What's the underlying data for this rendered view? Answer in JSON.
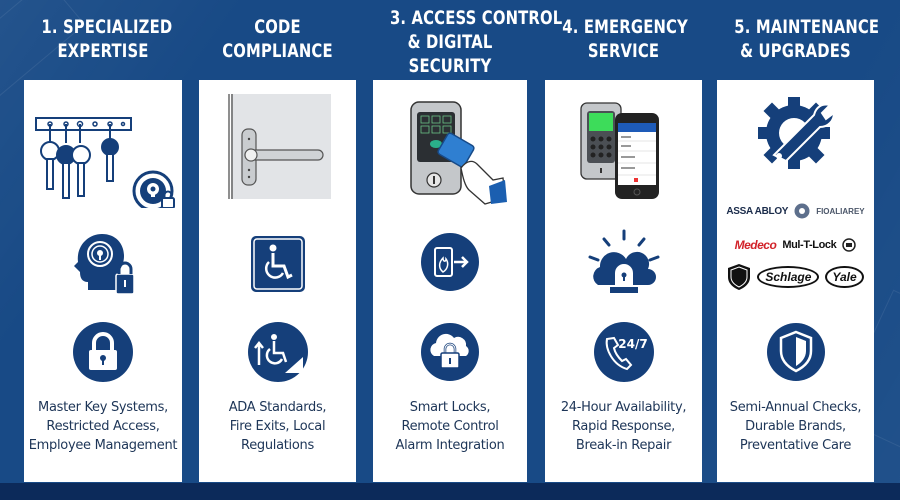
{
  "colors": {
    "background": "#184a86",
    "bottom_band": "#0c2a5a",
    "card": "#ffffff",
    "icon_blue": "#153f7a",
    "text_dark": "#1d3557",
    "medeco_red": "#d2232a"
  },
  "columns": [
    {
      "heading": [
        "1. SPECIALIZED",
        "EXPERTISE"
      ],
      "illustration": "key-rack-with-master-key-dial-icon",
      "icon_top": "head-with-keyhole-and-padlock-icon",
      "icon_bottom": "padlock-circle-icon",
      "description": [
        "Master Key Systems,",
        "Restricted Access,",
        "Employee Management"
      ]
    },
    {
      "heading": [
        "CODE",
        "COMPLIANCE"
      ],
      "illustration": "door-lever-handle-icon",
      "icon_top": "wheelchair-accessibility-sign-icon",
      "icon_bottom": "wheelchair-ramp-circle-icon",
      "description": [
        "ADA Standards,",
        "Fire Exits, Local",
        "Regulations"
      ]
    },
    {
      "heading": [
        "3. ACCESS CONTROL",
        "& DIGITAL",
        "SECURITY"
      ],
      "illustration": "keypad-lock-with-card-tap-icon",
      "icon_top": "fire-exit-circle-icon",
      "icon_bottom": "cloud-padlock-circle-icon",
      "description": [
        "Smart Locks,",
        "Remote Control",
        "Alarm Integration"
      ]
    },
    {
      "heading": [
        "4. EMERGENCY",
        "SERVICE"
      ],
      "illustration": "keypad-and-smartphone-app-icon",
      "icon_top": "cloud-siren-alarm-icon",
      "icon_bottom": "phone-24-7-circle-icon",
      "phone_badge": "24/7",
      "description": [
        "24-Hour Availability,",
        "Rapid Response,",
        "Break-in Repair"
      ]
    },
    {
      "heading": [
        "5. MAINTENANCE",
        "& UPGRADES"
      ],
      "illustration": "gear-and-wrench-icon",
      "brands": [
        [
          "ASSA ABLOY",
          "FIOALIAREY"
        ],
        [
          "Medeco",
          "Mul-T-Lock"
        ],
        [
          "Schlage",
          "Yale"
        ]
      ],
      "icon_bottom": "shield-circle-icon",
      "description": [
        "Semi-Annual Checks,",
        "Durable Brands,",
        "Preventative Care"
      ]
    }
  ]
}
